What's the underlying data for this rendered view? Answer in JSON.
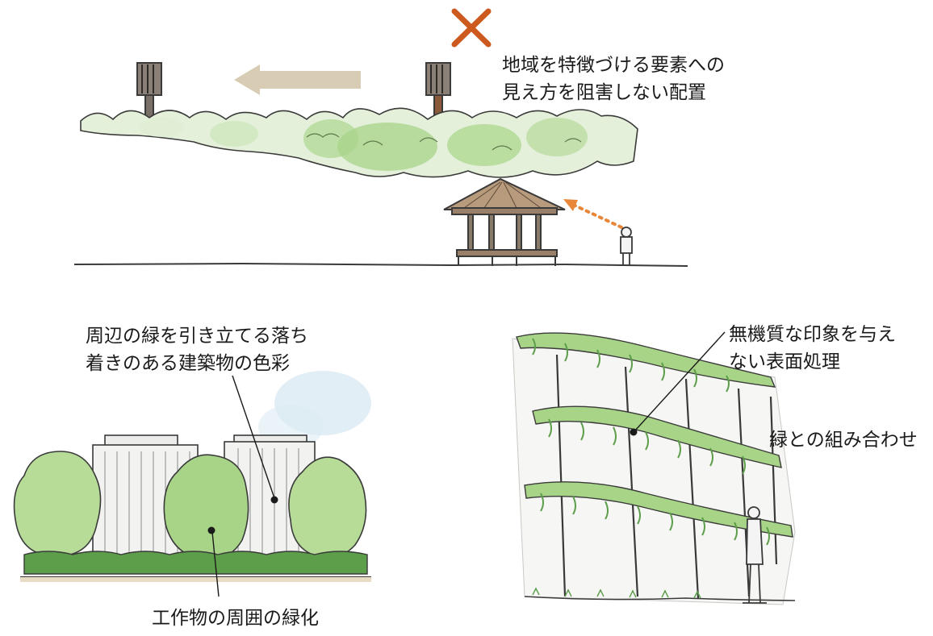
{
  "annotations": {
    "landmark_view": {
      "line1": "地域を特徴づける要素への",
      "line2": "見え方を阻害しない配置"
    },
    "building_color": {
      "line1": "周辺の緑を引き立てる落ち",
      "line2": "着きのある建築物の色彩"
    },
    "structure_planting": "工作物の周囲の緑化",
    "surface_treatment": {
      "line1": "無機質な印象を与え",
      "line2": "ない表面処理"
    },
    "greenery_combination": "緑との組み合わせ"
  },
  "colors": {
    "cross_mark": "#cc5a1e",
    "arrow_fill": "#d8cdb4",
    "sightline": "#e8873a",
    "foliage": "#a8d488",
    "foliage_dark": "#5c9e4a",
    "sky_wash": "#cfe2ef",
    "ink": "#3a3a3a"
  },
  "icons": [
    "cross-icon",
    "move-left-arrow-icon",
    "sightline-arrow-icon"
  ]
}
